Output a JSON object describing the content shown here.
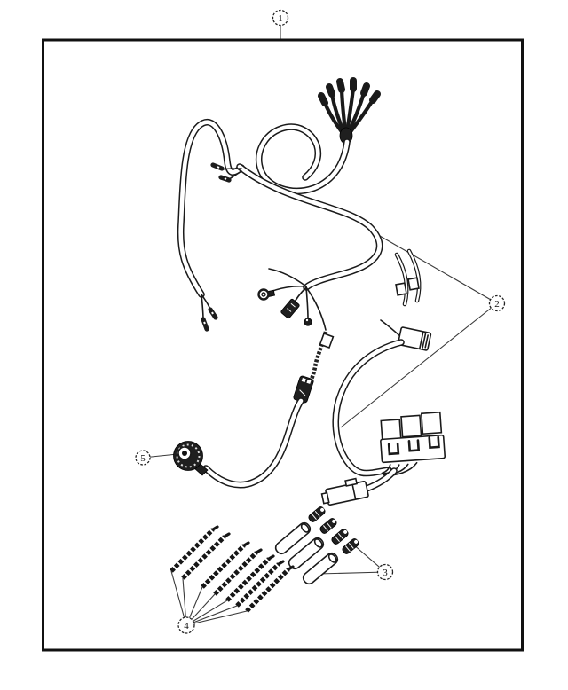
{
  "figure": {
    "type": "exploded-parts-diagram",
    "colors": {
      "ink": "#1a1a1a",
      "background": "#ffffff"
    },
    "callouts": [
      {
        "label": "1"
      },
      {
        "label": "2"
      },
      {
        "label": "3"
      },
      {
        "label": "4"
      },
      {
        "label": "5"
      }
    ]
  }
}
